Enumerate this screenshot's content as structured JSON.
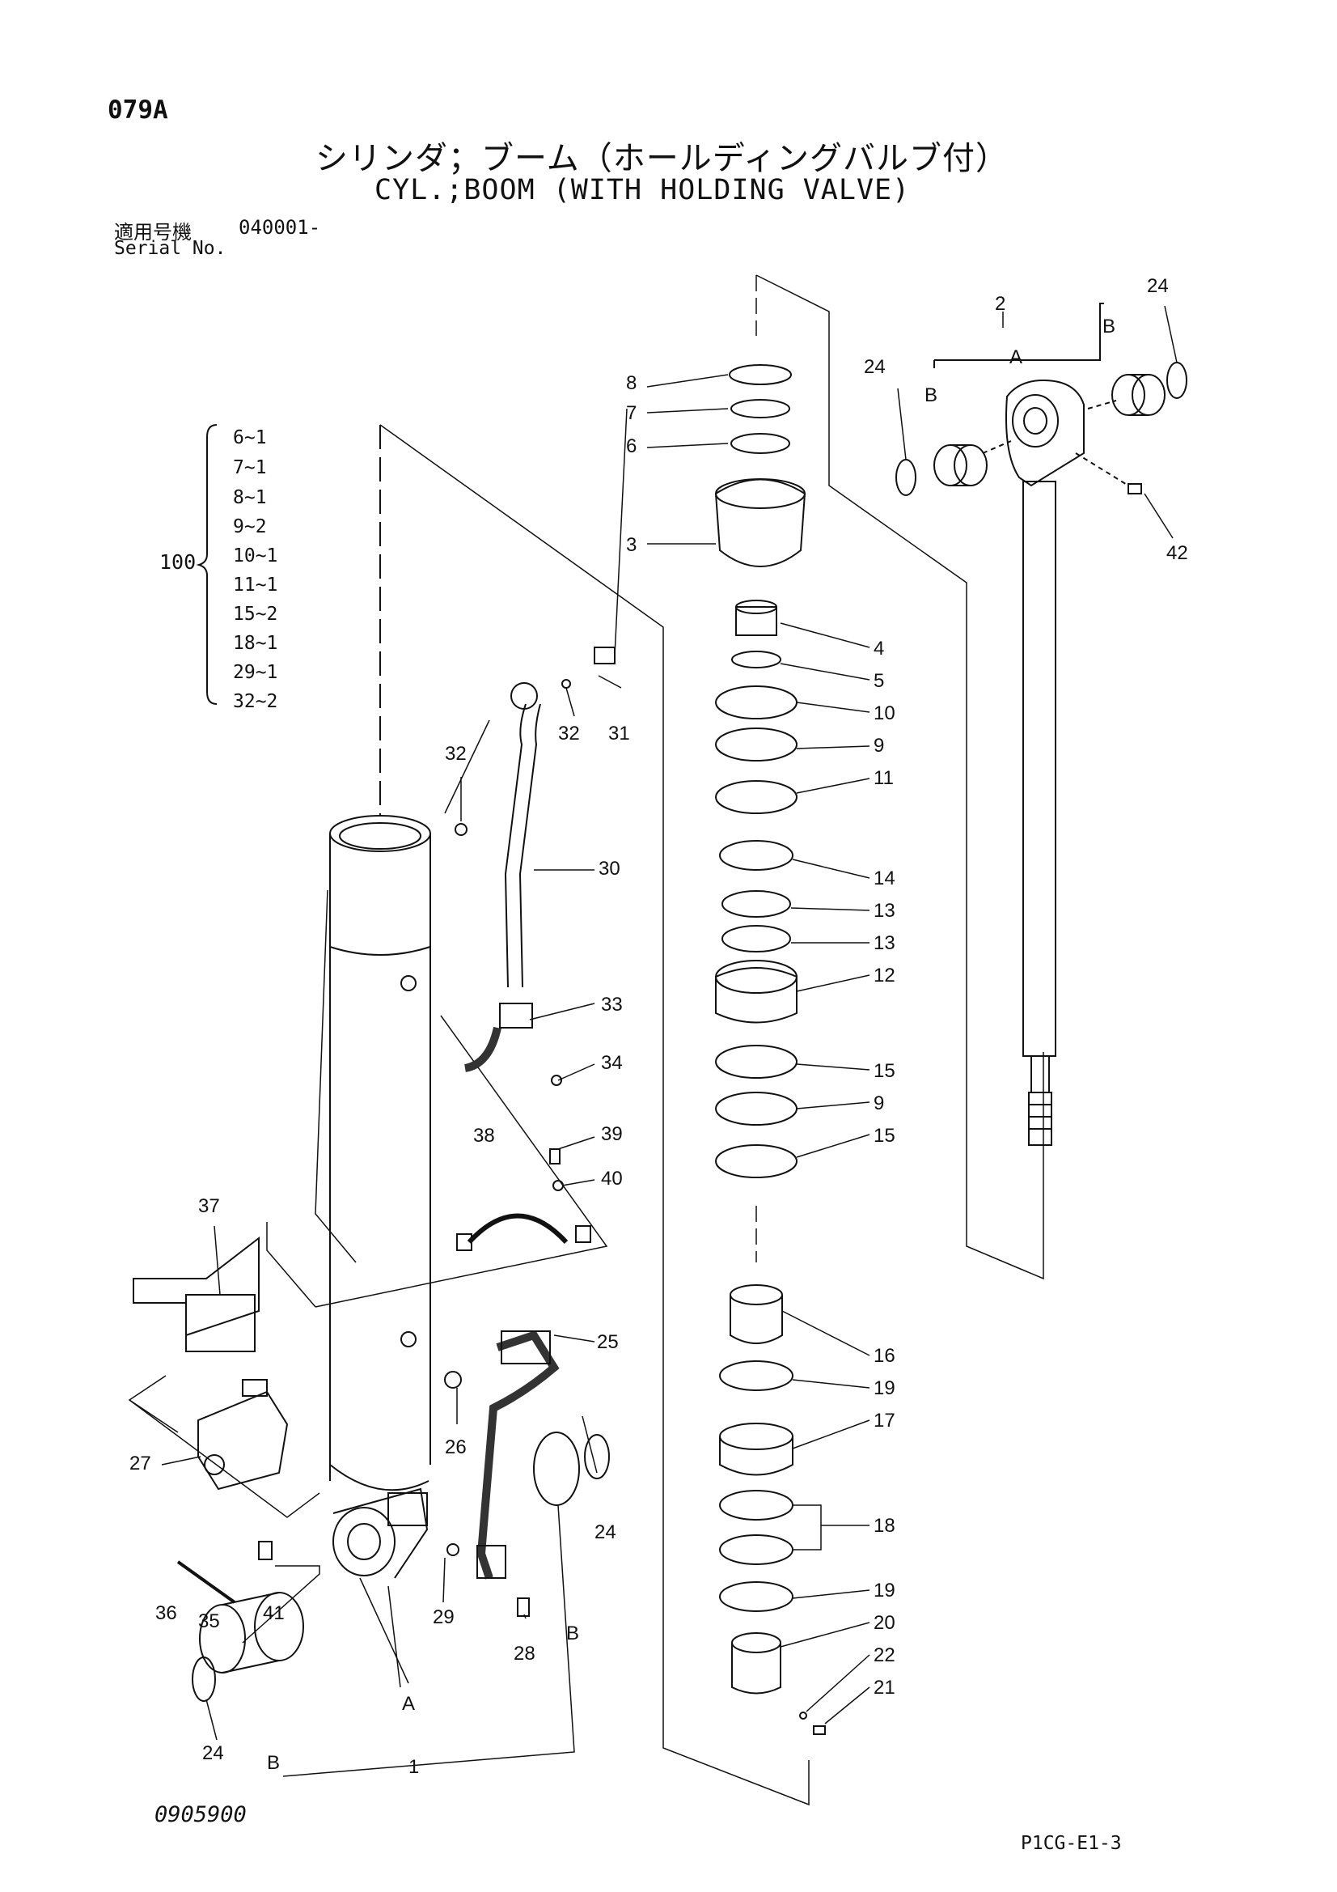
{
  "header": {
    "page_code": "079A",
    "title_ja": "シリンダ；ブーム（ホールディングバルブ付）",
    "title_en": "CYL.;BOOM (WITH HOLDING VALVE)",
    "serial_label_ja": "適用号機",
    "serial_value": "040001-",
    "serial_label_en": "Serial No."
  },
  "kit": {
    "id": "100",
    "items": [
      "6~1",
      "7~1",
      "8~1",
      "9~2",
      "10~1",
      "11~1",
      "15~2",
      "18~1",
      "29~1",
      "32~2"
    ]
  },
  "callouts": {
    "c1": "1",
    "c2": "2",
    "c3": "3",
    "c4": "4",
    "c5": "5",
    "c6": "6",
    "c7": "7",
    "c8": "8",
    "c9a": "9",
    "c9b": "9",
    "c10": "10",
    "c11": "11",
    "c12": "12",
    "c13a": "13",
    "c13b": "13",
    "c14": "14",
    "c15a": "15",
    "c15b": "15",
    "c16": "16",
    "c17": "17",
    "c18": "18",
    "c19a": "19",
    "c19b": "19",
    "c20": "20",
    "c21": "21",
    "c22": "22",
    "c24a": "24",
    "c24b": "24",
    "c24c": "24",
    "c24d": "24",
    "c25": "25",
    "c26": "26",
    "c27": "27",
    "c28": "28",
    "c29": "29",
    "c30": "30",
    "c31": "31",
    "c32a": "32",
    "c32b": "32",
    "c33": "33",
    "c34": "34",
    "c35": "35",
    "c36": "36",
    "c37": "37",
    "c38": "38",
    "c39": "39",
    "c40": "40",
    "c41": "41",
    "c42": "42",
    "A1": "A",
    "A2": "A",
    "B1": "B",
    "B2": "B",
    "B3": "B",
    "B4": "B"
  },
  "footer": {
    "drawing_no": "0905900",
    "sheet_code": "P1CG-E1-3"
  }
}
